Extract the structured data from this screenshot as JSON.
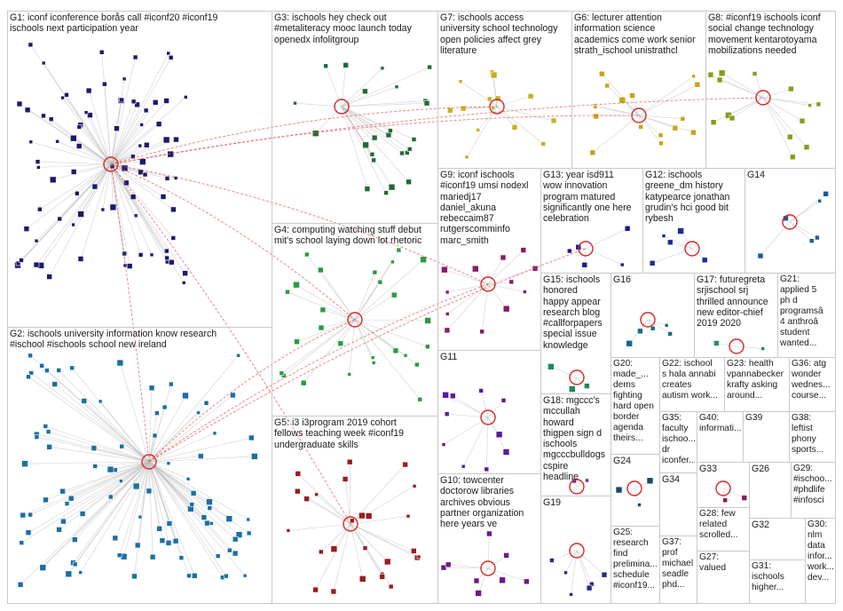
{
  "groups": [
    {
      "id": "G1",
      "label": "G1: iconf iconference borås call #iconf20 #iconf19\nischools next participation year",
      "color": "#1b1b6b"
    },
    {
      "id": "G2",
      "label": "G2: ischools university information know research\n#ischool #ischools school new ireland",
      "color": "#1a6fa3"
    },
    {
      "id": "G3",
      "label": "G3: ischools hey check out\n#metaliteracy mooc launch today\nopenedx infolitgroup",
      "color": "#1f6b3a"
    },
    {
      "id": "G4",
      "label": "G4: computing watching stuff debut\nmit's school laying down lot rhetoric",
      "color": "#2a9b3f"
    },
    {
      "id": "G5",
      "label": "G5: i3 i3program 2019 cohort\nfellows teaching week #iconf19\nundergraduate skills",
      "color": "#9b1c1c"
    },
    {
      "id": "G6",
      "label": "G6: lecturer attention\ninformation science\nacademics come work senior\nstrath_ischool unistrathcl",
      "color": "#c9a21a"
    },
    {
      "id": "G7",
      "label": "G7: ischools access\nuniversity school technology\nopen policies affect grey\nliterature",
      "color": "#c7b21f"
    },
    {
      "id": "G8",
      "label": "G8: #iconf19 ischools iconf\nsocial change technology\nmovement kentarotoyama\nmobilizations needed",
      "color": "#8a9a1a"
    },
    {
      "id": "G9",
      "label": "G9: iconf ischools\n#iconf19 umsi nodexl\nmariedj17\ndaniel_akuna\nrebeccaim87\nrutgerscomminfo\nmarc_smith",
      "color": "#8b1a6b"
    },
    {
      "id": "G10",
      "label": "G10: towcenter\ndoctorow libraries\narchives obvious\npartner organization\nhere years ve",
      "color": "#6b1a8b"
    },
    {
      "id": "G11",
      "label": "G11",
      "color": "#5a1a9b"
    },
    {
      "id": "G12",
      "label": "G12: ischools\ngreene_dm history\nkatypearce jonathan\ngrudin's hci good bit\nrybesh",
      "color": "#1a2a9b"
    },
    {
      "id": "G13",
      "label": "G13: year isd911\nwow innovation\nprogram matured\nsignificantly one here\ncelebration",
      "color": "#1a1a8b"
    },
    {
      "id": "G14",
      "label": "G14",
      "color": "#1a5a9b"
    },
    {
      "id": "G15",
      "label": "G15: ischools\nhonored\nhappy appear\nresearch blog\n#callforpapers\nspecial issue\nknowledge",
      "color": "#1a8b5a"
    },
    {
      "id": "G16",
      "label": "G16",
      "color": "#1a6b8b"
    },
    {
      "id": "G17",
      "label": "G17: futuregreta\nsrjischool srj\nthrilled announce\nnew editor-chief\n2019 2020",
      "color": "#2a8b6b"
    },
    {
      "id": "G18",
      "label": "G18: mgccc's\nmccullah\nhoward\nthigpen sign d\nischools\nmgcccbulldogs\ncspire\nheadline",
      "color": "#6b2a9b"
    },
    {
      "id": "G19",
      "label": "G19",
      "color": "#2a2a8b"
    },
    {
      "id": "G20",
      "label": "G20:\nmade_...\ndems\nfighting\nhard open\nborder\nagenda\ntheirs...",
      "color": "#2a6b2a"
    },
    {
      "id": "G21",
      "label": "G21:\napplied 5\nph d\nprogramsâ\n4 anthroâ\nstudent\nwanted...",
      "color": "#1a8b8b"
    },
    {
      "id": "G22",
      "label": "G22: ischool\ns hala annabi\ncreates\nautism work...",
      "color": "#2a8b2a"
    },
    {
      "id": "G23",
      "label": "G23: health\nvpannabecker\nkrafty asking\naround...",
      "color": "#3a3a8b"
    },
    {
      "id": "G24",
      "label": "G24",
      "color": "#1a4a6b"
    },
    {
      "id": "G25",
      "label": "G25:\nresearch\nfind\nprelimina...\nschedule\n#iconf19...",
      "color": "#2a2a6b"
    },
    {
      "id": "G26",
      "label": "G26",
      "color": "#1a4a8b"
    },
    {
      "id": "G27",
      "label": "G27:\nvalued",
      "color": "#1a6b9b"
    },
    {
      "id": "G28",
      "label": "G28: few\nrelated\nscrolled...",
      "color": "#3a6b3a"
    },
    {
      "id": "G29",
      "label": "G29:\n#ischoo...\n#phdlife\n#infosci",
      "color": "#6b1a3a"
    },
    {
      "id": "G30",
      "label": "G30:\nnlm\ndata\ninfor...\nwork...\ndev...",
      "color": "#1a3a6b"
    },
    {
      "id": "G31",
      "label": "G31:\nischools\nhigher...",
      "color": "#1a5a6b"
    },
    {
      "id": "G32",
      "label": "G32",
      "color": "#9b8a1a"
    },
    {
      "id": "G33",
      "label": "G33",
      "color": "#8b1a5a"
    },
    {
      "id": "G34",
      "label": "G34",
      "color": "#1a3a3a"
    },
    {
      "id": "G35",
      "label": "G35:\nfaculty\nischoo...\ndr\niconfer...",
      "color": "#1a2a5a"
    },
    {
      "id": "G36",
      "label": "G36: atg\nwonder\nwednes...\ncourse...",
      "color": "#2a7a5a"
    },
    {
      "id": "G37",
      "label": "G37:\nprof\nmichael\nseadle\nphd...",
      "color": "#3a3a3a"
    },
    {
      "id": "G38",
      "label": "G38:\nleftist\nphony\nsports...",
      "color": "#1a5a3a"
    },
    {
      "id": "G39",
      "label": "G39",
      "color": "#1a6b1a"
    },
    {
      "id": "G40",
      "label": "G40:\ninformati...",
      "color": "#3a1a6b"
    }
  ]
}
